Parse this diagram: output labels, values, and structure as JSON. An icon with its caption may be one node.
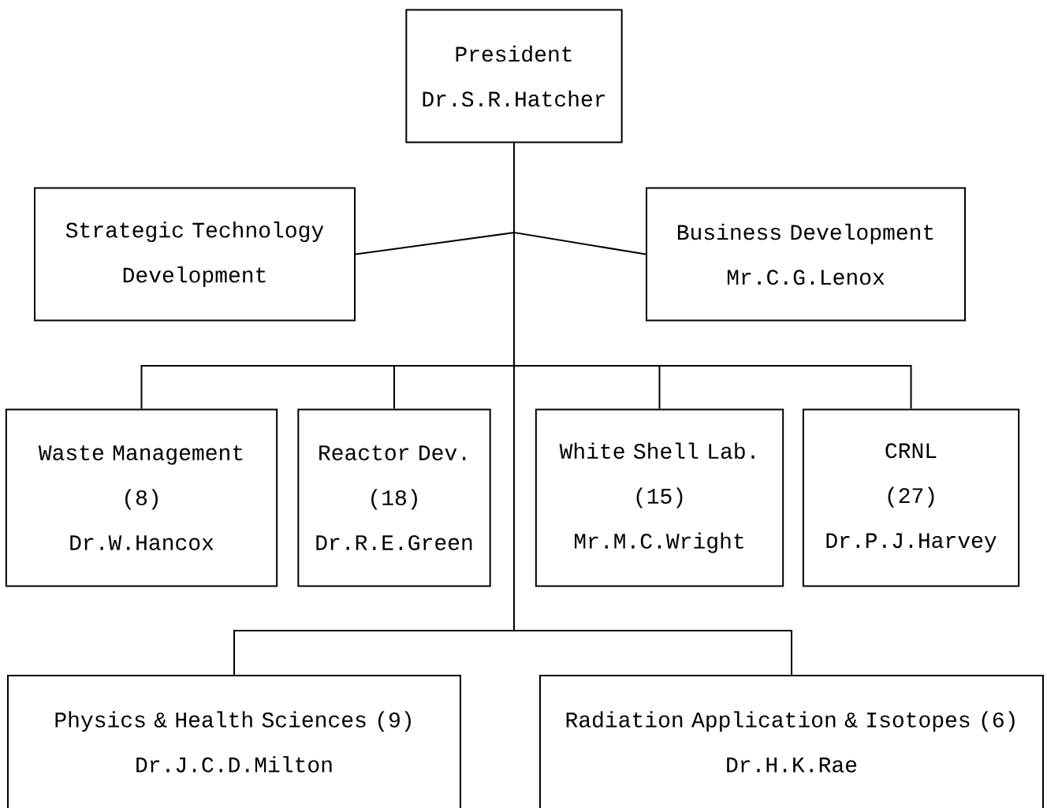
{
  "diagram": {
    "nodes": [
      {
        "text": [
          "President",
          "Dr.S.R.Hatcher"
        ]
      },
      {
        "text": [
          "Strategic Technology Development"
        ]
      },
      {
        "text": [
          "Business Development",
          "Mr.C.G.Lenox"
        ]
      },
      {
        "text": [
          "Waste Management",
          "(8)",
          "Dr.W.Hancox"
        ]
      },
      {
        "text": [
          "Reactor Dev.",
          "(18)",
          "Dr.R.E.Green"
        ]
      },
      {
        "text": [
          "White Shell Lab.",
          "(15)",
          "Mr.M.C.Wright"
        ]
      },
      {
        "text": [
          "CRNL",
          "(27)",
          "Dr.P.J.Harvey"
        ]
      },
      {
        "text": [
          "Physics & Health Sciences (9)",
          "Dr.J.C.D.Milton"
        ]
      },
      {
        "text": [
          "Radiation Application & Isotopes (6)",
          "Dr.H.K.Rae"
        ]
      }
    ],
    "edges": [
      {
        "from": 0,
        "to": 1,
        "arrow": "none"
      },
      {
        "from": 0,
        "to": 2,
        "arrow": "none"
      },
      {
        "from": 0,
        "to": 3,
        "arrow": "none"
      },
      {
        "from": 0,
        "to": 4,
        "arrow": "none"
      },
      {
        "from": 0,
        "to": 5,
        "arrow": "none"
      },
      {
        "from": 0,
        "to": 6,
        "arrow": "none"
      },
      {
        "from": 0,
        "to": 7,
        "arrow": "none"
      },
      {
        "from": 0,
        "to": 8,
        "arrow": "none"
      }
    ]
  }
}
